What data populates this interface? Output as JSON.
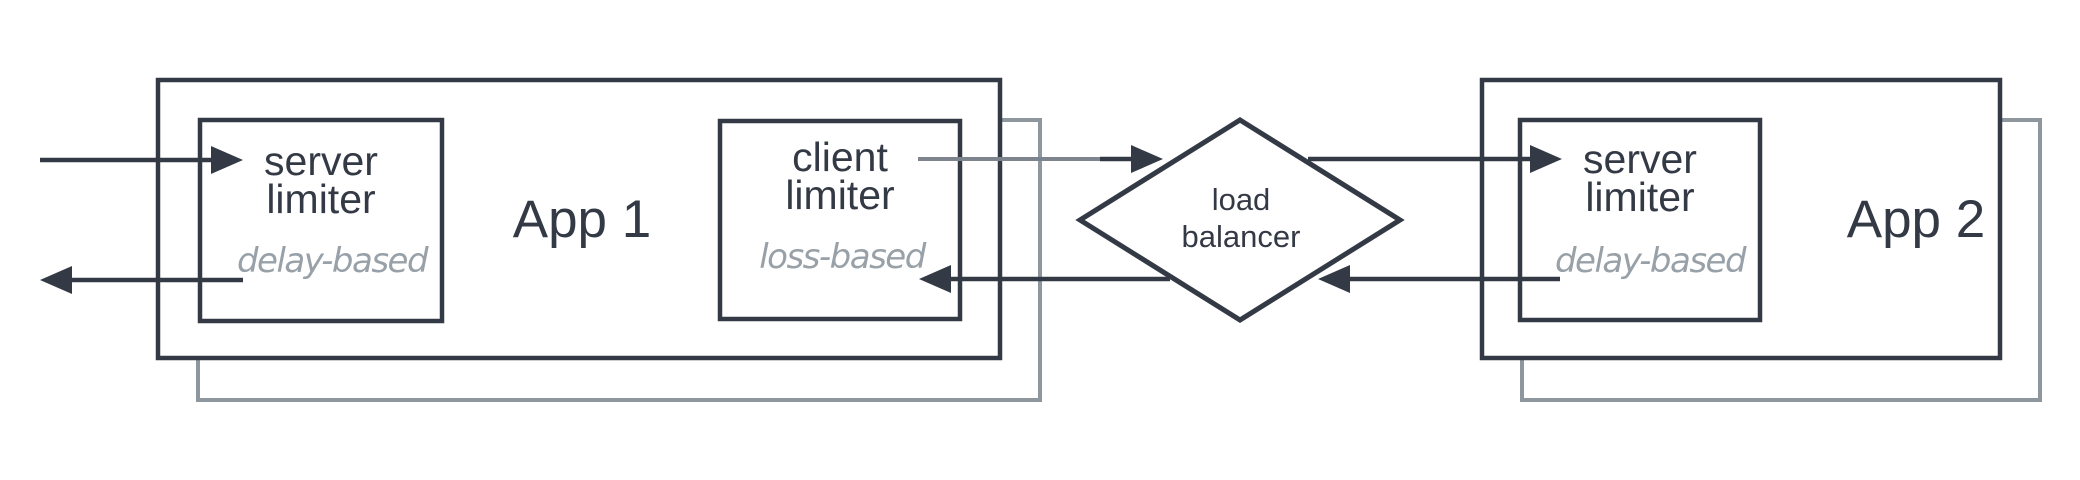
{
  "diagram": {
    "app1": {
      "title": "App 1",
      "server_limiter": {
        "name_line1": "server",
        "name_line2": "limiter",
        "mode": "delay-based"
      },
      "client_limiter": {
        "name_line1": "client",
        "name_line2": "limiter",
        "mode": "loss-based"
      }
    },
    "load_balancer": {
      "label_line1": "load",
      "label_line2": "balancer"
    },
    "app2": {
      "title": "App 2",
      "server_limiter": {
        "name_line1": "server",
        "name_line2": "limiter",
        "mode": "delay-based"
      }
    },
    "colors": {
      "stroke_dark": "#343a45",
      "shadow_gray": "#8e969e",
      "handwriting_gray": "#98a0a8",
      "arrow_tail_gray": "#7d848d",
      "background": "#ffffff"
    }
  }
}
